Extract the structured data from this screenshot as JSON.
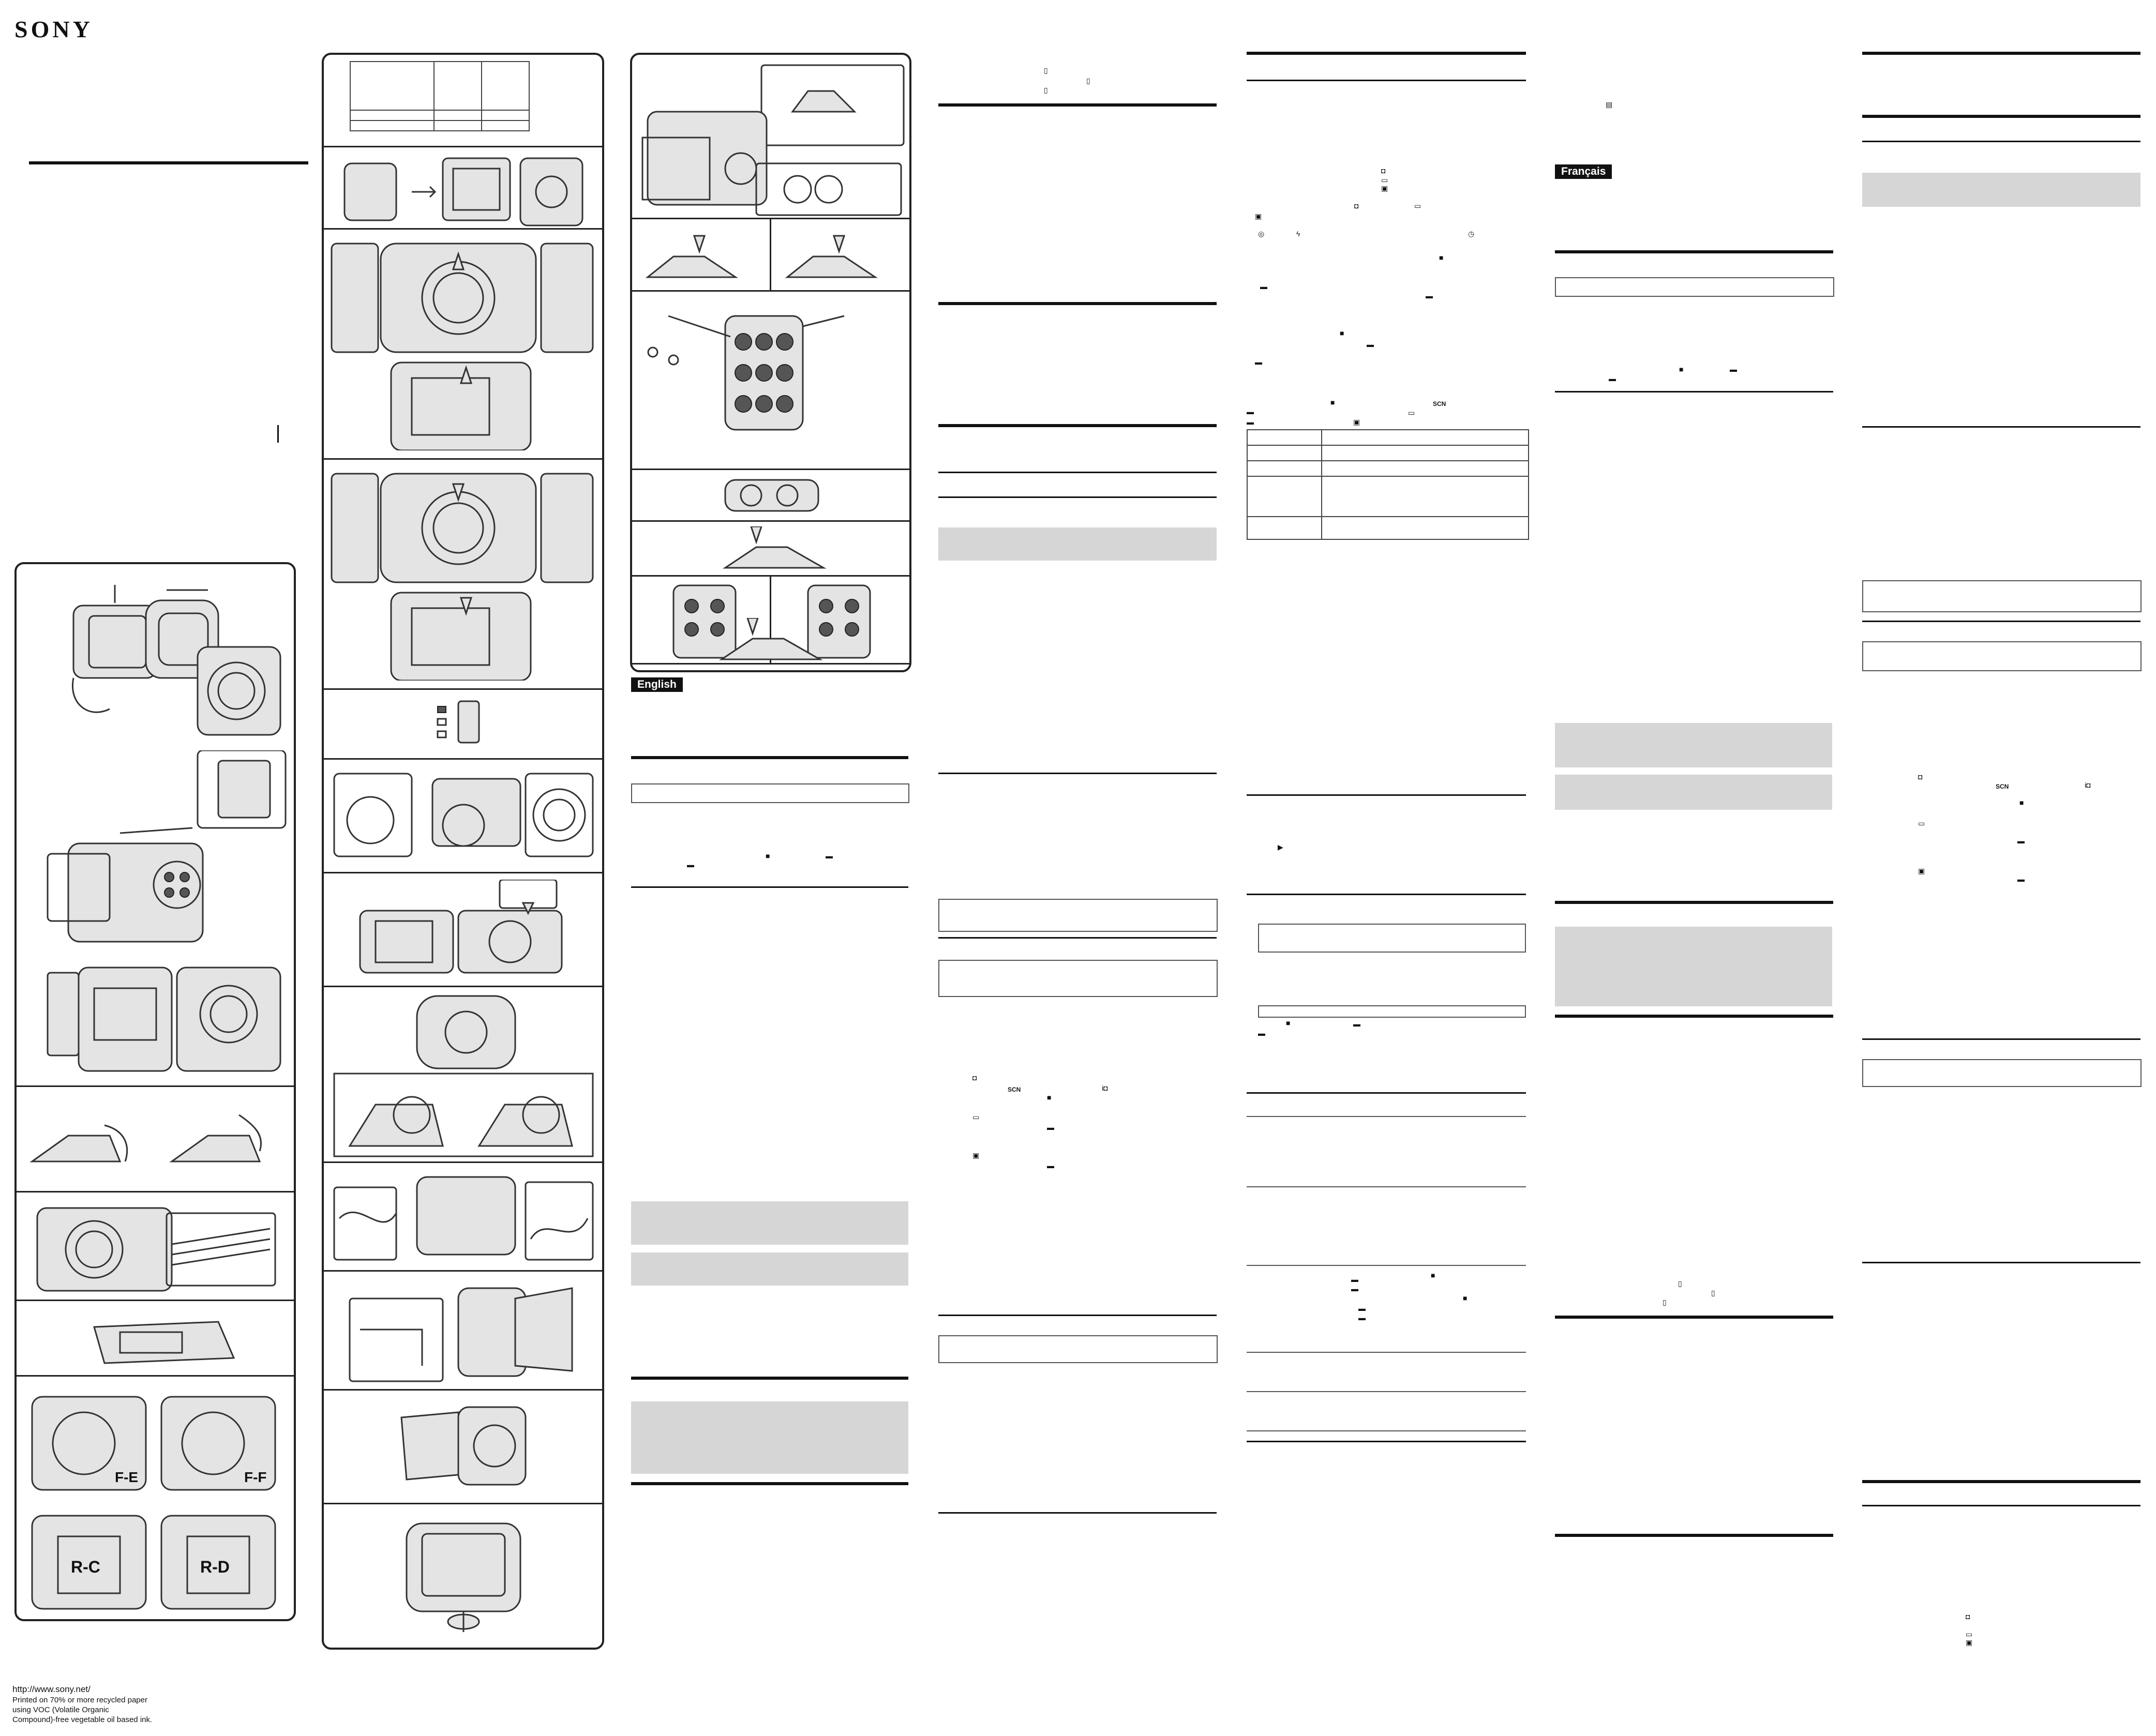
{
  "brand": {
    "logo_text": "SONY"
  },
  "sections": {
    "english_label": "English",
    "french_label": "Français"
  },
  "footer": {
    "url": "http://www.sony.net/",
    "note_lines": [
      "Printed on 70% or more recycled paper",
      "using VOC (Volatile Organic",
      "Compound)-free vegetable oil based ink."
    ]
  },
  "figure_labels": {
    "case_codes": [
      "F-E",
      "F-F",
      "R-C",
      "R-D"
    ],
    "mode_symbols": [
      "SCN",
      "SCN",
      "SCN"
    ]
  },
  "colors": {
    "ink": "#111111",
    "grey_box": "#d6d6d6",
    "panel_border": "#222222"
  }
}
